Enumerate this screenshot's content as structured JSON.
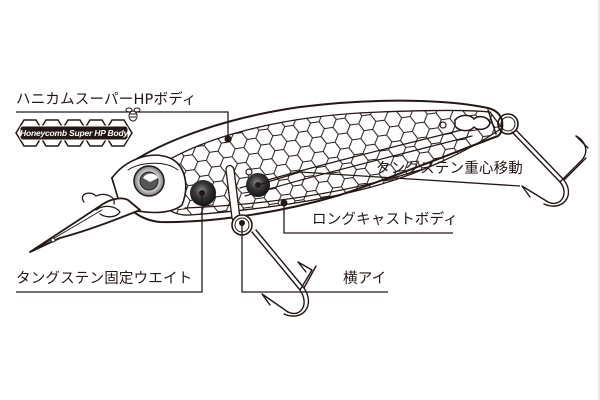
{
  "diagram": {
    "subject": "fishing lure (minnow) cutaway illustration",
    "background_color": "#ffffff",
    "line_color": "#231815",
    "badge": {
      "text": "Honeycomb Super HP Body",
      "icon": "bee-icon"
    },
    "callouts": [
      {
        "id": "honeycomb",
        "label": "ハニカムスーパーHPボディ",
        "target": "body upper honeycomb pattern"
      },
      {
        "id": "tungsten-moving",
        "label": "タングステン重心移動",
        "target": "rear tungsten ball weight"
      },
      {
        "id": "long-cast",
        "label": "ロングキャストボディ",
        "target": "body belly line"
      },
      {
        "id": "tungsten-fixed",
        "label": "タングステン固定ウエイト",
        "target": "front tungsten ball weight"
      },
      {
        "id": "side-eye",
        "label": "横アイ",
        "target": "belly hook eye"
      }
    ]
  }
}
